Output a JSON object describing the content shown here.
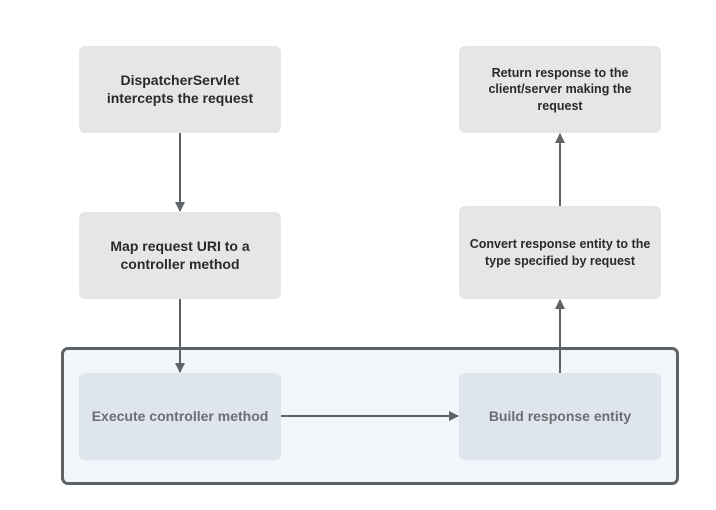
{
  "diagram": {
    "nodes": {
      "dispatcher": "DispatcherServlet intercepts the request",
      "map_uri": "Map request URI to a controller method",
      "execute": "Execute controller method",
      "build": "Build response entity",
      "convert": "Convert response entity to the type specified by request",
      "return": "Return response to the client/server making the request"
    },
    "colors": {
      "node_fill": "#e6e6e6",
      "inner_node_fill": "#dfe5ec",
      "region_fill": "#f1f6fb",
      "region_border": "#5f6366",
      "arrow": "#5f6366"
    }
  }
}
